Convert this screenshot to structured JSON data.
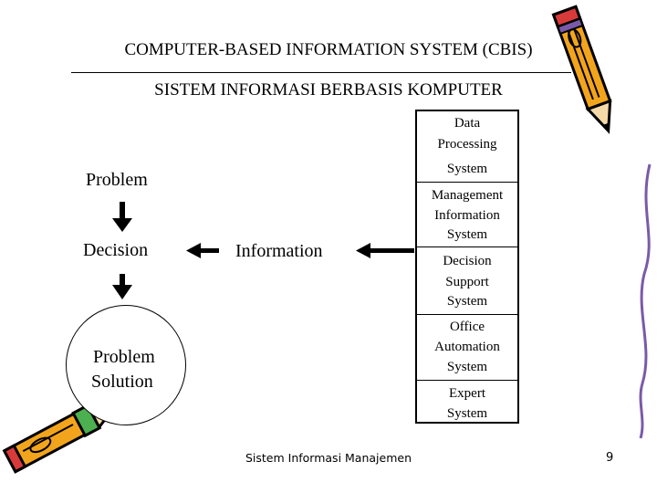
{
  "title": "COMPUTER-BASED INFORMATION SYSTEM (CBIS)",
  "subtitle": "SISTEM INFORMASI BERBASIS KOMPUTER",
  "flow": {
    "problem": "Problem",
    "decision": "Decision",
    "solution_line1": "Problem",
    "solution_line2": "Solution",
    "information": "Information"
  },
  "systems": {
    "dps_line1": "Data",
    "dps_line2": "Processing",
    "dps_line3": "System",
    "mis_line1": "Management",
    "mis_line2": "Information",
    "mis_line3": "System",
    "dss_line1": "Decision",
    "dss_line2": "Support",
    "dss_line3": "System",
    "oas_line1": "Office",
    "oas_line2": "Automation",
    "oas_line3": "System",
    "es_line1": "Expert",
    "es_line2": "System"
  },
  "footer": "Sistem Informasi Manajemen",
  "page_number": "9",
  "icons": [
    "pencil-icon",
    "pencil-icon"
  ],
  "colors": {
    "pencil_body": "#f2a51c",
    "pencil_outline": "#000000",
    "band": "#7a5aa8",
    "eraser": "#d83a3a",
    "cap": "#4caf50"
  }
}
